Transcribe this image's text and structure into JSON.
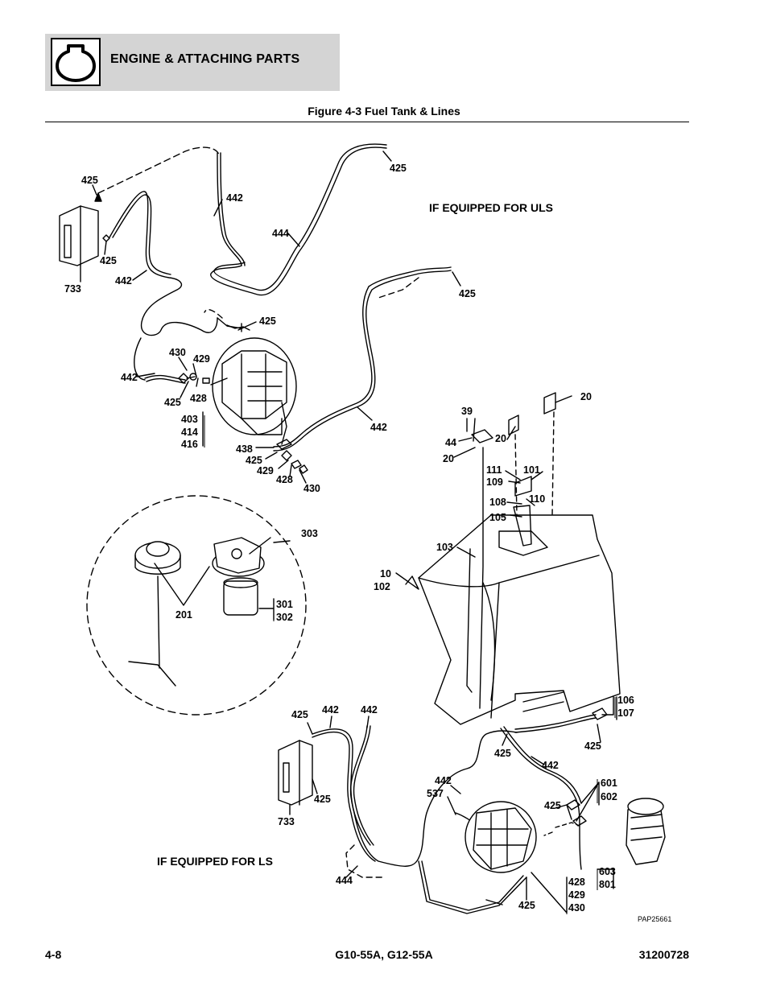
{
  "header": {
    "section_title": "ENGINE & ATTACHING PARTS",
    "figure_title": "Figure 4-3 Fuel Tank & Lines",
    "icon": "engine-icon"
  },
  "diagram": {
    "notes": {
      "uls": "IF EQUIPPED FOR ULS",
      "ls": "IF EQUIPPED FOR LS",
      "ref": "PAP25661"
    },
    "callouts": [
      "425",
      "425",
      "425",
      "425",
      "425",
      "425",
      "425",
      "425",
      "425",
      "425",
      "425",
      "425",
      "425",
      "442",
      "442",
      "442",
      "442",
      "442",
      "442",
      "442",
      "442",
      "444",
      "444",
      "733",
      "733",
      "430",
      "429",
      "428",
      "403",
      "414",
      "416",
      "438",
      "429",
      "428",
      "430",
      "39",
      "44",
      "20",
      "20",
      "20",
      "111",
      "109",
      "101",
      "108",
      "110",
      "105",
      "103",
      "10",
      "102",
      "303",
      "201",
      "301",
      "302",
      "106",
      "107",
      "601",
      "602",
      "537",
      "603",
      "801",
      "428",
      "429",
      "430"
    ]
  },
  "footer": {
    "page": "4-8",
    "models": "G10-55A, G12-55A",
    "doc_number": "31200728"
  }
}
